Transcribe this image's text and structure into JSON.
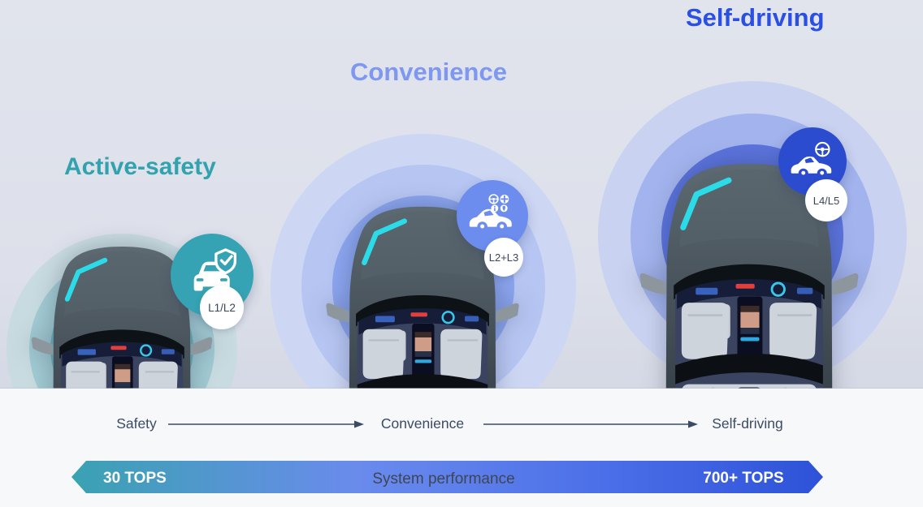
{
  "stages": [
    {
      "title": "Active-safety",
      "title_color": "#33a2af",
      "level": "L1/L2",
      "badge_color": "#35a3b3",
      "badge_icon": "car-shield-icon",
      "ring_colors": [
        "#c8dbe0",
        "#a1cad3",
        "#6eb2bf"
      ],
      "timeline_label": "Safety"
    },
    {
      "title": "Convenience",
      "title_color": "#7e98f1",
      "level": "L2+L3",
      "badge_color": "#6c8cee",
      "badge_icon": "car-driver-assist-icon",
      "ring_colors": [
        "#cdd7f4",
        "#b6c5f2",
        "#8ba5ef"
      ],
      "timeline_label": "Convenience"
    },
    {
      "title": "Self-driving",
      "title_color": "#2a4fe2",
      "level": "L4/L5",
      "badge_color": "#2b4ccf",
      "badge_icon": "car-autopilot-steering-icon",
      "ring_colors": [
        "#c9d2f0",
        "#a2b3ed",
        "#5b73dc"
      ],
      "timeline_label": "Self-driving"
    }
  ],
  "timeline": {
    "labels": [
      "Safety",
      "Convenience",
      "Self-driving"
    ],
    "arrow_color": "#3d4a63"
  },
  "performance_bar": {
    "left_value": "30 TOPS",
    "center_label": "System performance",
    "right_value": "700+ TOPS",
    "gradient": [
      "#3aa2b2",
      "#6a8bec",
      "#2e52d8"
    ]
  }
}
